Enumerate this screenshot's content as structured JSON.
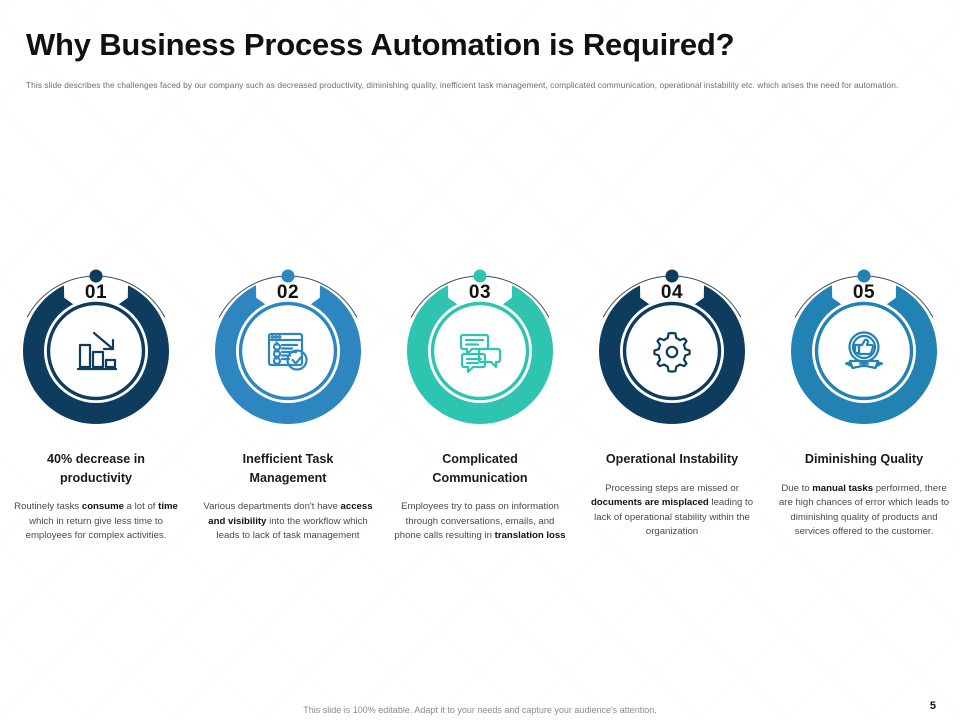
{
  "header": {
    "title": "Why Business Process Automation is Required?",
    "subtitle": "This slide describes the challenges faced by our company such as decreased productivity, diminishing quality, inefficient task management, complicated communication, operational instability etc. which arises the need for automation."
  },
  "footer": {
    "note": "This slide is 100% editable. Adapt it to your needs and capture your audience's attention.",
    "page_number": "5"
  },
  "colors": {
    "navy": "#0d3c5e",
    "blue_medium": "#2e86c1",
    "teal": "#2ec4b0",
    "navy_dark": "#0d3c5e",
    "blue_steel": "#2382b4",
    "text_dark": "#111111",
    "text_body": "#4a4a4a",
    "text_muted": "#6e6e6e"
  },
  "columns": [
    {
      "number": "01",
      "icon": "declining-bar-chart-icon",
      "color": "#0d3c5e",
      "heading": "40% decrease in productivity",
      "body_runs": [
        {
          "text": "Routinely tasks ",
          "bold": false
        },
        {
          "text": "consume",
          "bold": true
        },
        {
          "text": " a lot of ",
          "bold": false
        },
        {
          "text": "time",
          "bold": true
        },
        {
          "text": " which in return give less time to employees for complex activities.",
          "bold": false
        }
      ]
    },
    {
      "number": "02",
      "icon": "checklist-task-icon",
      "color": "#2e86c1",
      "heading": "Inefficient Task Management",
      "body_runs": [
        {
          "text": "Various departments don't have ",
          "bold": false
        },
        {
          "text": "access and visibility",
          "bold": true
        },
        {
          "text": " into the workflow which leads to lack of task management",
          "bold": false
        }
      ]
    },
    {
      "number": "03",
      "icon": "chat-bubbles-icon",
      "color": "#2ec4b0",
      "heading": "Complicated Communication",
      "body_runs": [
        {
          "text": "Employees try to pass on information through conversations, emails, and phone calls resulting in ",
          "bold": false
        },
        {
          "text": "translation loss",
          "bold": true
        }
      ]
    },
    {
      "number": "04",
      "icon": "gear-icon",
      "color": "#0d3c5e",
      "heading": "Operational Instability",
      "body_runs": [
        {
          "text": "Processing steps are missed or ",
          "bold": false
        },
        {
          "text": "documents are misplaced",
          "bold": true
        },
        {
          "text": " leading to lack of operational stability within the organization",
          "bold": false
        }
      ]
    },
    {
      "number": "05",
      "icon": "quality-badge-thumbs-up-icon",
      "color": "#2382b4",
      "heading": "Diminishing Quality",
      "body_runs": [
        {
          "text": "Due to ",
          "bold": false
        },
        {
          "text": "manual tasks",
          "bold": true
        },
        {
          "text": " performed, there are high chances of error which leads to diminishing quality of products and services offered to the customer.",
          "bold": false
        }
      ]
    }
  ]
}
